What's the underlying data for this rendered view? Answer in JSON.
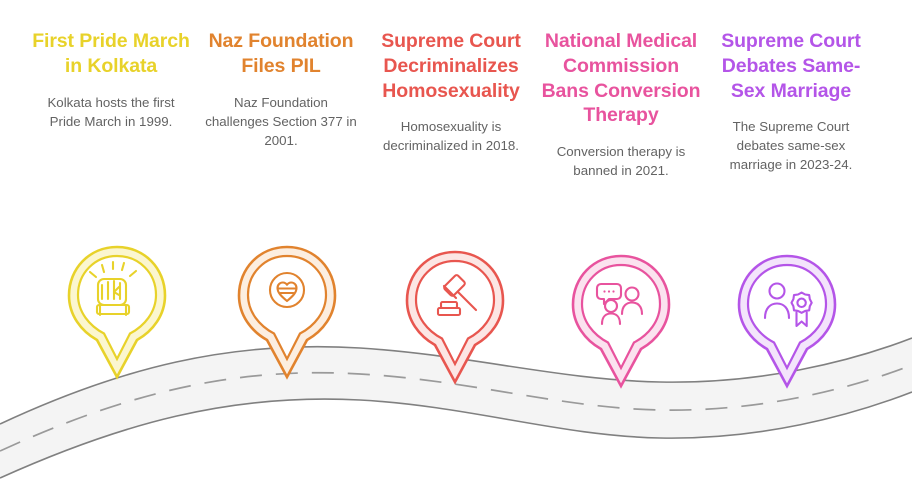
{
  "diagram": {
    "type": "timeline-roadmap",
    "orientation": "horizontal",
    "background_color": "#ffffff",
    "road": {
      "fill_color": "#f4f4f4",
      "edge_color": "#808080",
      "center_line_color": "#9a9a9a",
      "center_line_style": "dashed"
    }
  },
  "milestones": [
    {
      "title": "First Pride March in Kolkata",
      "description": "Kolkata hosts the first Pride March in 1999.",
      "year": "1999",
      "color": "#E8D22A",
      "fill": "#FBF6CF",
      "icon": "raised-fist-icon"
    },
    {
      "title": "Naz Foundation Files PIL",
      "description": "Naz Foundation challenges Section 377 in 2001.",
      "year": "2001",
      "color": "#E1832E",
      "fill": "#FCEEE0",
      "icon": "heart-in-circle-icon"
    },
    {
      "title": "Supreme Court Decriminalizes Homosexuality",
      "description": "Homosexuality is decriminalized in 2018.",
      "year": "2018",
      "color": "#E8564F",
      "fill": "#FCE6E4",
      "icon": "gavel-icon"
    },
    {
      "title": "National Medical Commission Bans Conversion Therapy",
      "description": "Conversion therapy is banned in 2021.",
      "year": "2021",
      "color": "#E8539E",
      "fill": "#FBE2EF",
      "icon": "people-speech-bubble-icon"
    },
    {
      "title": "Supreme Court Debates Same-Sex Marriage",
      "description": "The Supreme Court debates same-sex marriage in 2023-24.",
      "year": "2023-24",
      "color": "#B455E8",
      "fill": "#F3E4FB",
      "icon": "person-award-icon"
    }
  ]
}
